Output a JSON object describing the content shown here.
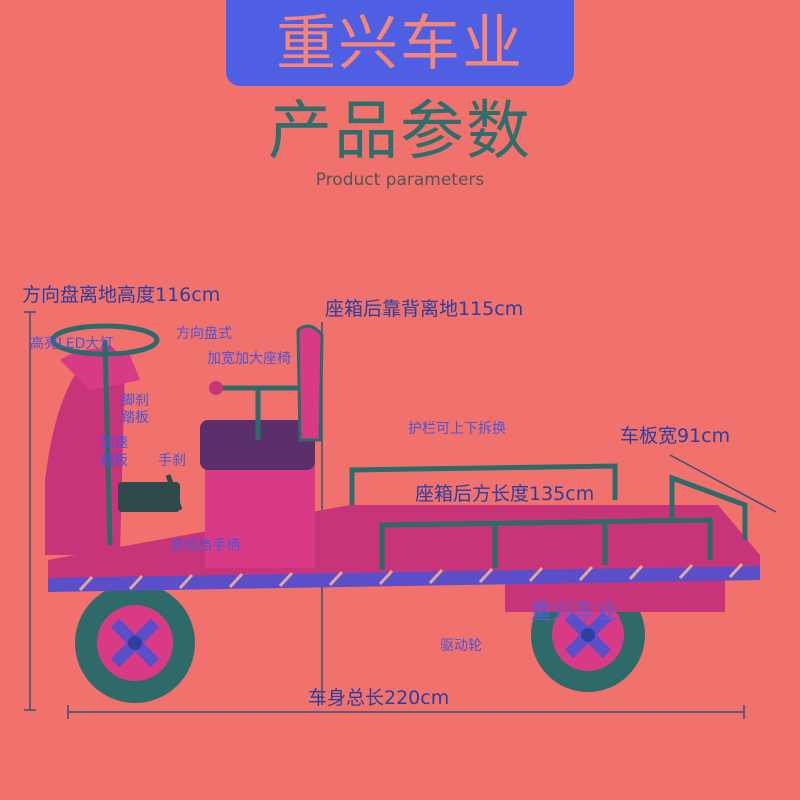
{
  "brand": {
    "name": "重兴车业",
    "color": "#4f5fe4"
  },
  "header": {
    "title": "产品参数",
    "subtitle": "Product parameters"
  },
  "dimensions": {
    "steering_height": "方向盘离地高度116cm",
    "seat_back_height": "座箱后靠背离地115cm",
    "board_width": "车板宽91cm",
    "rear_length": "座箱后方长度135cm",
    "total_length": "车身总长220cm"
  },
  "parts": {
    "led_light": "高亮LED大灯",
    "steering_wheel": "方向盘式",
    "seat": "加宽加大座椅",
    "foot_brake": [
      "脚刹",
      "踏板"
    ],
    "accelerator": [
      "加速",
      "踏板"
    ],
    "hand_brake": "手刹",
    "gear_handle": "高低档手柄",
    "guardrail": "护栏可上下拆换",
    "drive_wheel": "驱动轮"
  },
  "watermark": "重兴车业",
  "colors": {
    "background": "#f1716d",
    "accent_text": "#3a5fd4",
    "vehicle_body": "#c8347a",
    "tire": "#2f6a6a"
  }
}
